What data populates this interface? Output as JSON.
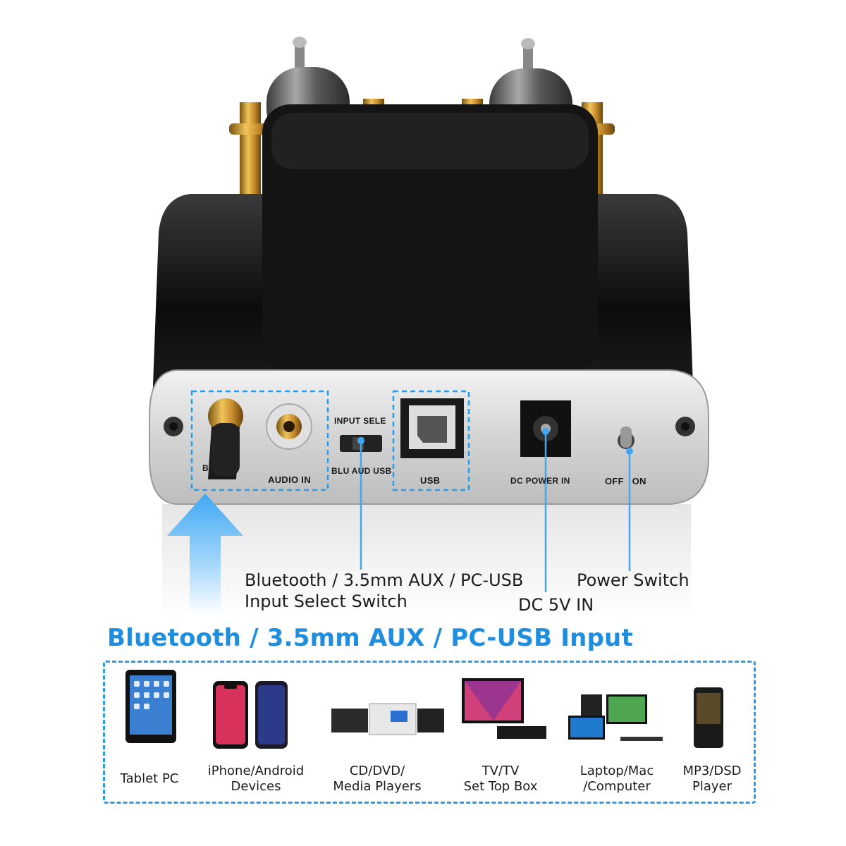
{
  "panel": {
    "labels": {
      "bt_ant": "BT ANT",
      "audio_in": "AUDIO IN",
      "input_select": "INPUT SELE",
      "blu_aud_usb": "BLU AUD USB",
      "usb": "USB",
      "dc_power_in": "DC POWER IN",
      "off_on": "OFF   ON"
    }
  },
  "callouts": {
    "input_select_line1": "Bluetooth / 3.5mm AUX / PC-USB",
    "input_select_line2": "Input Select Switch",
    "dc_in": "DC 5V IN",
    "power_switch": "Power Switch"
  },
  "heading": "Bluetooth / 3.5mm AUX / PC-USB Input",
  "devices": [
    {
      "line1": "Tablet PC",
      "line2": "",
      "icon": "tablet-icon"
    },
    {
      "line1": "iPhone/Android",
      "line2": "Devices",
      "icon": "smartphone-icon"
    },
    {
      "line1": "CD/DVD/",
      "line2": "Media Players",
      "icon": "media-player-icon"
    },
    {
      "line1": "TV/TV",
      "line2": "Set Top Box",
      "icon": "tv-icon"
    },
    {
      "line1": "Laptop/Mac",
      "line2": "/Computer",
      "icon": "computer-icon"
    },
    {
      "line1": "MP3/DSD",
      "line2": "Player",
      "icon": "mp3-player-icon"
    }
  ],
  "colors": {
    "accent": "#1e8fe0",
    "arrow": "#3fa8f4",
    "dashed_border": "#2a9be8"
  }
}
